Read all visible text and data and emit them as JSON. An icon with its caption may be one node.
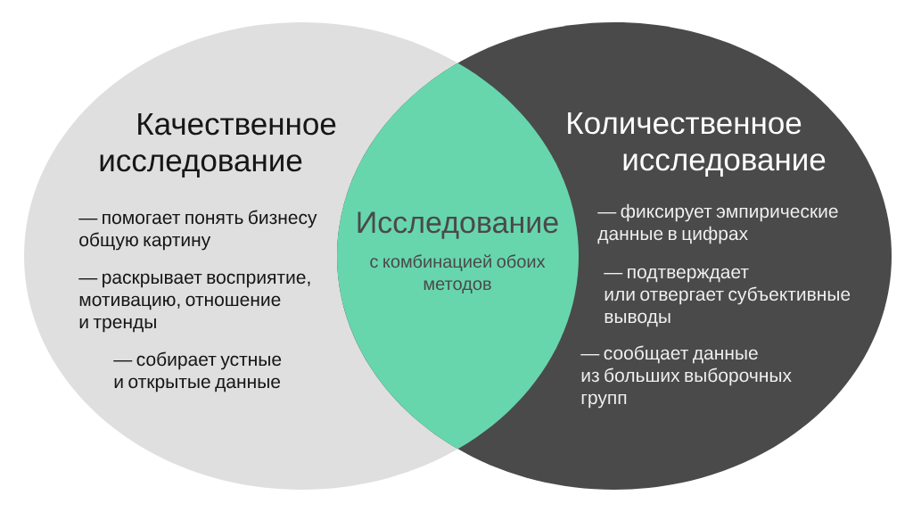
{
  "diagram": {
    "nodes": [
      {
        "text": [
          "Качественное исследование",
          "— помогает понять бизнесу общую картину",
          "— раскрывает восприятие, мотивацию, отношение и тренды",
          "— собирает устные и открытые данные"
        ]
      },
      {
        "text": [
          "Количественное исследование",
          "— фиксирует эмпирические данные в цифрах",
          "— подтверждает или отвергает субъективные выводы",
          "— сообщает данные из больших выборочных групп"
        ]
      },
      {
        "text": [
          "Исследование",
          "с комбинацией обоих методов"
        ]
      }
    ]
  }
}
